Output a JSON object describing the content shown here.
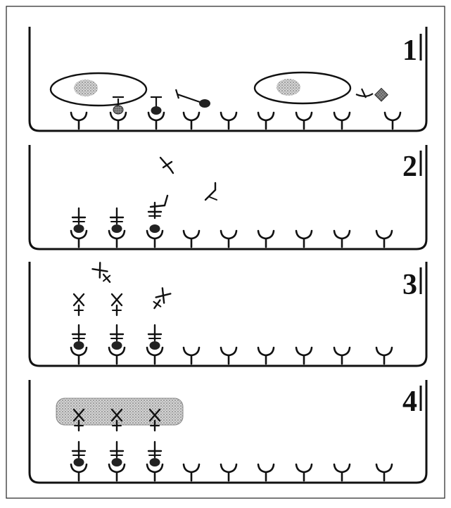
{
  "panels": [
    {
      "label": "1"
    },
    {
      "label": "2"
    },
    {
      "label": "3"
    },
    {
      "label": "4"
    }
  ],
  "colors": {
    "ink": "#111111",
    "stipple": "#9a9a9a",
    "stipple_dark": "#6f6f6f",
    "enzyme": "#555555"
  }
}
